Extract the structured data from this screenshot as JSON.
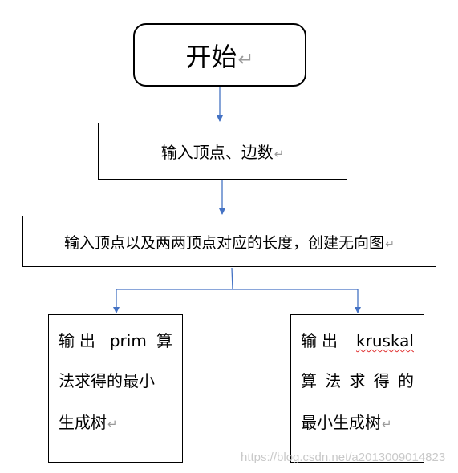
{
  "start": {
    "label": "开始",
    "mark": "↵"
  },
  "step1": {
    "label": "输入顶点、边数",
    "mark": "↵"
  },
  "step2": {
    "label": "输入顶点以及两两顶点对应的长度，创建无向图",
    "mark": "↵"
  },
  "output_left": {
    "line1": "输出 prim 算",
    "line2": "法求得的最小",
    "line3": "生成树",
    "mark": "↵"
  },
  "output_right": {
    "line1_prefix": "输出",
    "line1_word": "kruskal",
    "line2": "算法求得的",
    "line3": "最小生成树",
    "mark": "↵"
  },
  "watermark": "https://blog.csdn.net/a2013009014823",
  "colors": {
    "arrow": "#4472c4",
    "border": "#000000",
    "return_mark": "#9a9a9a",
    "spellcheck": "#e03030"
  }
}
